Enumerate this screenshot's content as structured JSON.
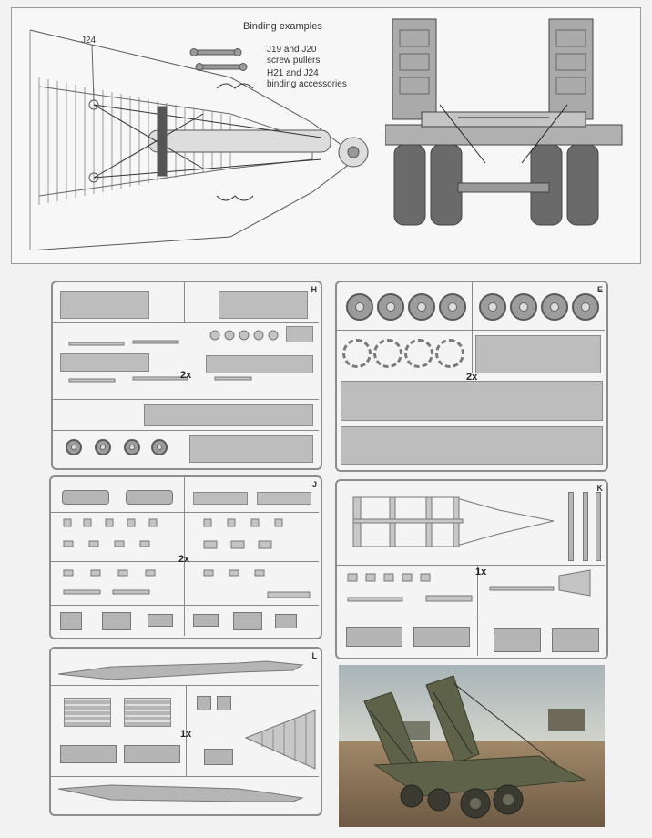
{
  "binding": {
    "title": "Binding examples",
    "callout_j24": "J24",
    "legend_line1": "J19 and J20",
    "legend_line2": "screw pullers",
    "legend_line3": "H21 and J24",
    "legend_line4": "binding accessories"
  },
  "sprues": {
    "h": {
      "letter": "H",
      "multiplier": "2x"
    },
    "e": {
      "letter": "E",
      "multiplier": "2x"
    },
    "j": {
      "letter": "J",
      "multiplier": "2x"
    },
    "k": {
      "letter": "K",
      "multiplier": "1x"
    },
    "l": {
      "letter": "L",
      "multiplier": "1x"
    }
  },
  "colors": {
    "plastic": "#bdbdbd",
    "outline": "#8c8c8c",
    "sky": "#b8c2c6",
    "ground": "#8a7258",
    "vehicle": "#5e6248"
  }
}
